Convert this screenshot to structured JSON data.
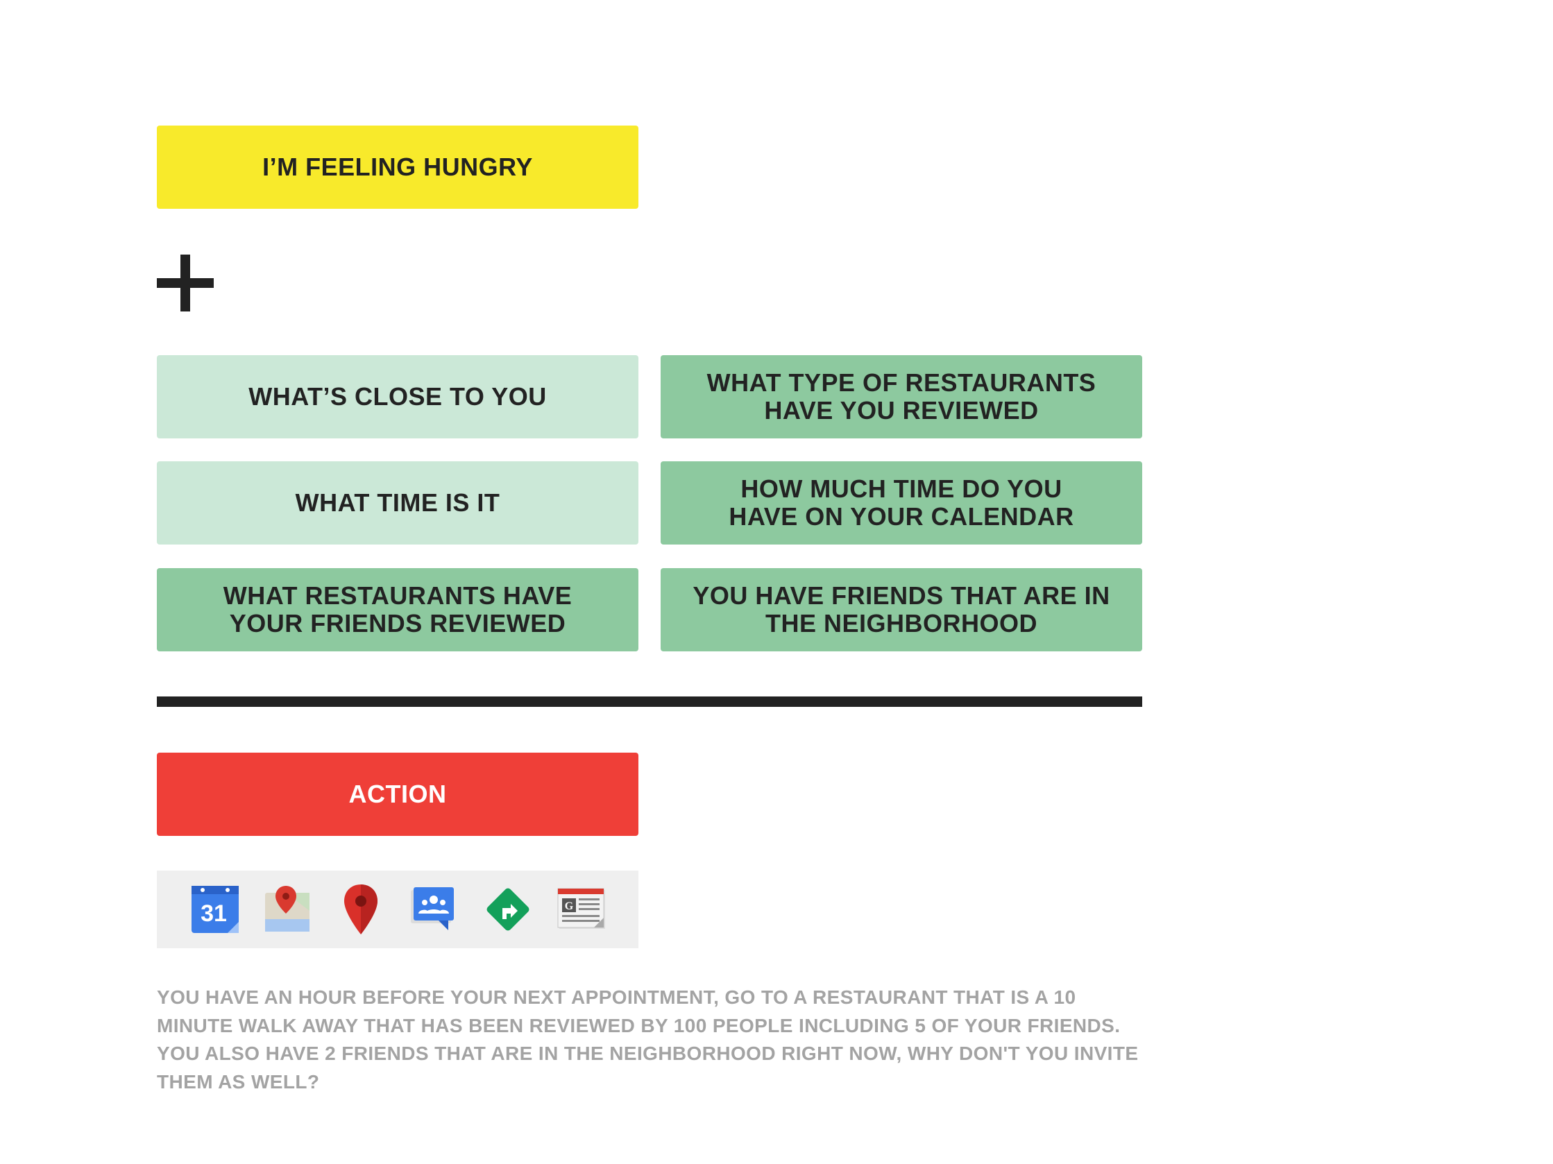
{
  "trigger": {
    "label": "I’M FEELING HUNGRY",
    "color": "#f8ea2b"
  },
  "plus_icon": "plus-icon",
  "context_signals": [
    {
      "label": "WHAT’S CLOSE TO YOU",
      "style": "light"
    },
    {
      "label": "WHAT TYPE OF RESTAURANTS\nHAVE YOU REVIEWED",
      "style": "dark"
    },
    {
      "label": "WHAT TIME IS IT",
      "style": "light"
    },
    {
      "label": "HOW MUCH TIME DO YOU\nHAVE ON YOUR CALENDAR",
      "style": "dark"
    },
    {
      "label": "WHAT RESTAURANTS HAVE\nYOUR FRIENDS REVIEWED",
      "style": "dark"
    },
    {
      "label": "YOU HAVE FRIENDS THAT ARE IN\nTHE NEIGHBORHOOD",
      "style": "dark"
    }
  ],
  "action": {
    "label": "ACTION",
    "color": "#ef3f38"
  },
  "apps": [
    {
      "name": "calendar-icon",
      "text": "31"
    },
    {
      "name": "maps-icon"
    },
    {
      "name": "map-pin-icon"
    },
    {
      "name": "google-plus-events-icon"
    },
    {
      "name": "navigation-icon"
    },
    {
      "name": "news-icon"
    }
  ],
  "description": "YOU HAVE AN HOUR BEFORE YOUR NEXT APPOINTMENT, GO TO A RESTAURANT THAT IS A 10 MINUTE WALK AWAY THAT HAS BEEN REVIEWED BY 100 PEOPLE INCLUDING 5 OF YOUR FRIENDS. YOU ALSO HAVE 2 FRIENDS THAT ARE IN THE NEIGHBORHOOD RIGHT NOW, WHY DON'T YOU INVITE THEM AS WELL?",
  "colors": {
    "light_green": "#cbe8d7",
    "dark_green": "#8dc99f",
    "divider": "#222222",
    "description_text": "#a3a3a3"
  }
}
